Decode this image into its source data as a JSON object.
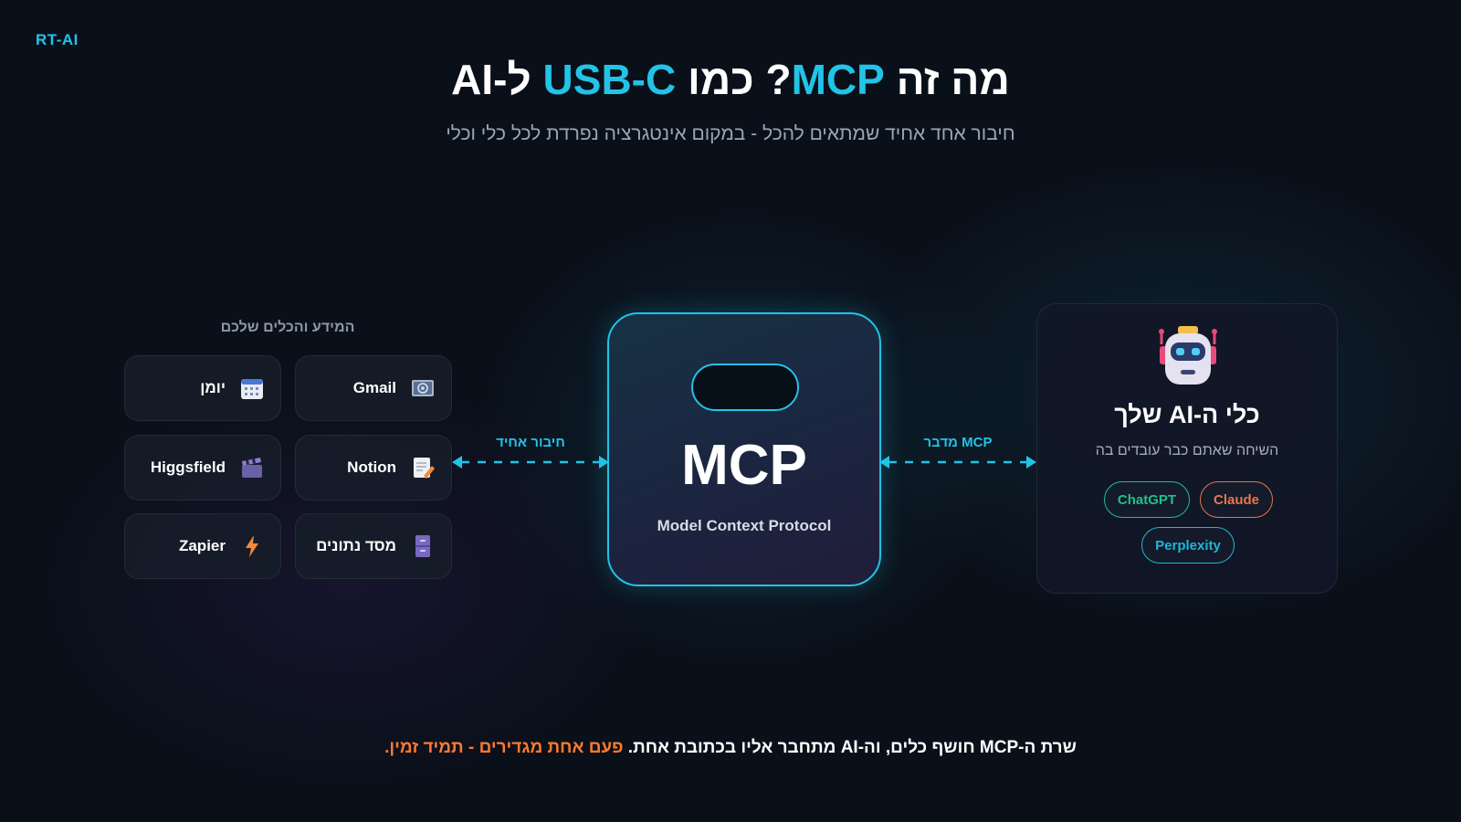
{
  "brand": "RT-AI",
  "title": {
    "part1": "מה זה ",
    "part2": "MCP",
    "part3": "? כמו ",
    "part4": "USB-C",
    "part5": " ל-AI"
  },
  "subtitle": "חיבור אחד אחיד שמתאים להכל - במקום אינטגרציה נפרדת לכל כלי וכלי",
  "tools": {
    "heading": "המידע והכלים שלכם",
    "items": [
      {
        "label": "Gmail",
        "icon": "email-icon"
      },
      {
        "label": "יומן",
        "icon": "calendar-icon"
      },
      {
        "label": "Notion",
        "icon": "notepad-icon"
      },
      {
        "label": "Higgsfield",
        "icon": "clapperboard-icon"
      },
      {
        "label": "מסד נתונים",
        "icon": "file-cabinet-icon"
      },
      {
        "label": "Zapier",
        "icon": "lightning-icon"
      }
    ]
  },
  "connectors": {
    "left_label": "חיבור אחיד",
    "right_label": "MCP מדבר"
  },
  "mcp": {
    "label": "MCP",
    "subtitle": "Model Context Protocol"
  },
  "ai": {
    "title": "כלי ה-AI שלך",
    "subtitle": "השיחה שאתם כבר עובדים בה",
    "clients": [
      {
        "label": "ChatGPT",
        "color": "#22c08a"
      },
      {
        "label": "Claude",
        "color": "#e8764a"
      },
      {
        "label": "Perplexity",
        "color": "#22b5d6"
      }
    ]
  },
  "footer": {
    "text": "שרת ה-MCP חושף כלים, וה-AI מתחבר אליו בכתובת אחת. ",
    "accent": "פעם אחת מגדירים - תמיד זמין."
  },
  "colors": {
    "accent": "#22c3e6",
    "highlight": "#ff7a2e",
    "background": "#0a101a"
  }
}
